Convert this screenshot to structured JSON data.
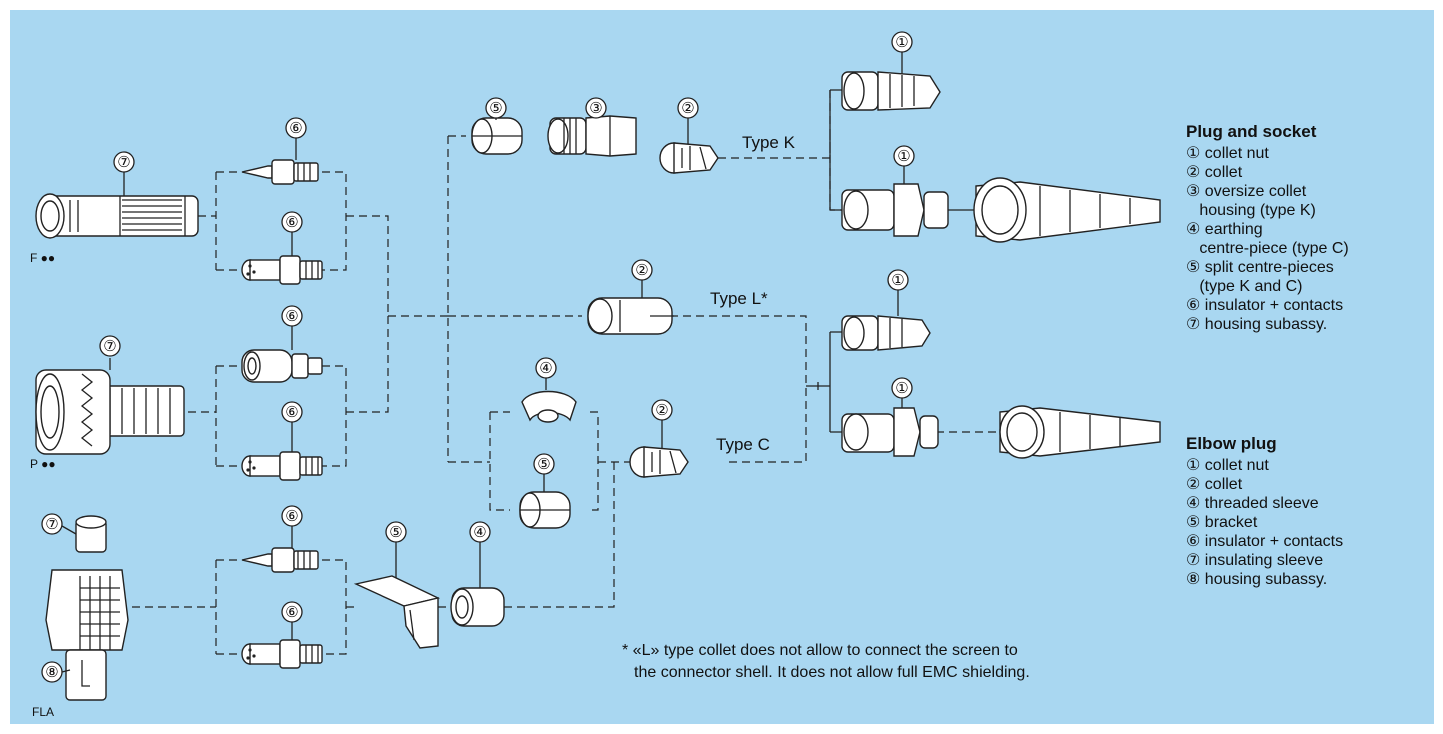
{
  "housings": {
    "f": "F ●●",
    "p": "P ●●",
    "fla": "FLA"
  },
  "callouts": [
    "①",
    "②",
    "③",
    "④",
    "⑤",
    "⑥",
    "⑦",
    "⑧"
  ],
  "type_labels": {
    "k": "Type K",
    "l": "Type L*",
    "c": "Type C"
  },
  "legend_plug": {
    "title": "Plug and socket",
    "items": [
      "① collet nut",
      "② collet",
      "③ oversize collet",
      "   housing (type K)",
      "④ earthing",
      "   centre-piece (type C)",
      "⑤ split centre-pieces",
      "   (type K and C)",
      "⑥ insulator + contacts",
      "⑦ housing subassy."
    ]
  },
  "legend_elbow": {
    "title": "Elbow plug",
    "items": [
      "① collet nut",
      "② collet",
      "④ threaded sleeve",
      "⑤ bracket",
      "⑥ insulator + contacts",
      "⑦ insulating sleeve",
      "⑧ housing subassy."
    ]
  },
  "footnote": {
    "line1": "* «L» type collet does not allow to connect the screen to",
    "line2": "the connector shell. It does not allow full EMC shielding."
  },
  "colors": {
    "background": "#a9d7f1",
    "part_fill": "#ffffff",
    "line": "#222222"
  }
}
